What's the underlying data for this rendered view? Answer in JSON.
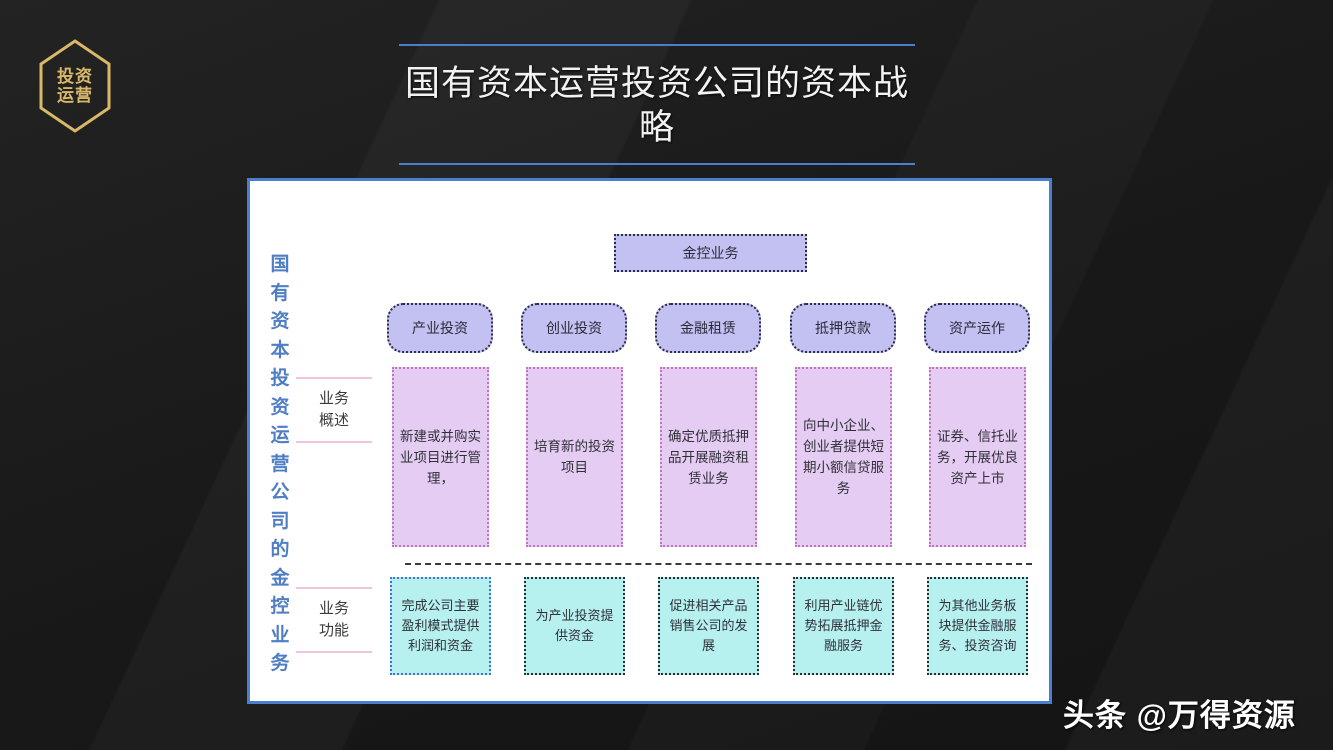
{
  "logo": {
    "line1": "投资",
    "line2": "运营",
    "color": "#d9b868"
  },
  "title": {
    "text": "国有资本运营投资公司的资本战略",
    "rule_color": "#4a7fd0"
  },
  "panel": {
    "border_color": "#4a7fd0",
    "vertical_label": "国有资本投资运营公司的金控业务",
    "top_box": {
      "label": "金控业务",
      "fill": "#c3c0f2"
    },
    "pills": [
      {
        "label": "产业投资"
      },
      {
        "label": "创业投资"
      },
      {
        "label": "金融租赁"
      },
      {
        "label": "抵押贷款"
      },
      {
        "label": "资产运作"
      }
    ],
    "rows": [
      {
        "label_line1": "业务",
        "label_line2": "概述",
        "fill": "#e5ccf2",
        "cards": [
          {
            "text": "新建或并购实业项目进行管理，"
          },
          {
            "text": "培育新的投资项目"
          },
          {
            "text": "确定优质抵押品开展融资租赁业务"
          },
          {
            "text": "向中小企业、创业者提供短期小额信贷服务"
          },
          {
            "text": "证券、信托业务，开展优良资产上市"
          }
        ]
      },
      {
        "label_line1": "业务",
        "label_line2": "功能",
        "fill": "#b6f1ef",
        "cards": [
          {
            "text": "完成公司主要盈利模式提供利润和资金",
            "border": "blue"
          },
          {
            "text": "为产业投资提供资金",
            "border": "dark"
          },
          {
            "text": "促进相关产品销售公司的发展",
            "border": "dark"
          },
          {
            "text": "利用产业链优势拓展抵押金融服务",
            "border": "dark"
          },
          {
            "text": "为其他业务板块提供金融服务、投资咨询",
            "border": "dark"
          }
        ]
      }
    ]
  },
  "watermark": {
    "text": "头条 @万得资源"
  }
}
